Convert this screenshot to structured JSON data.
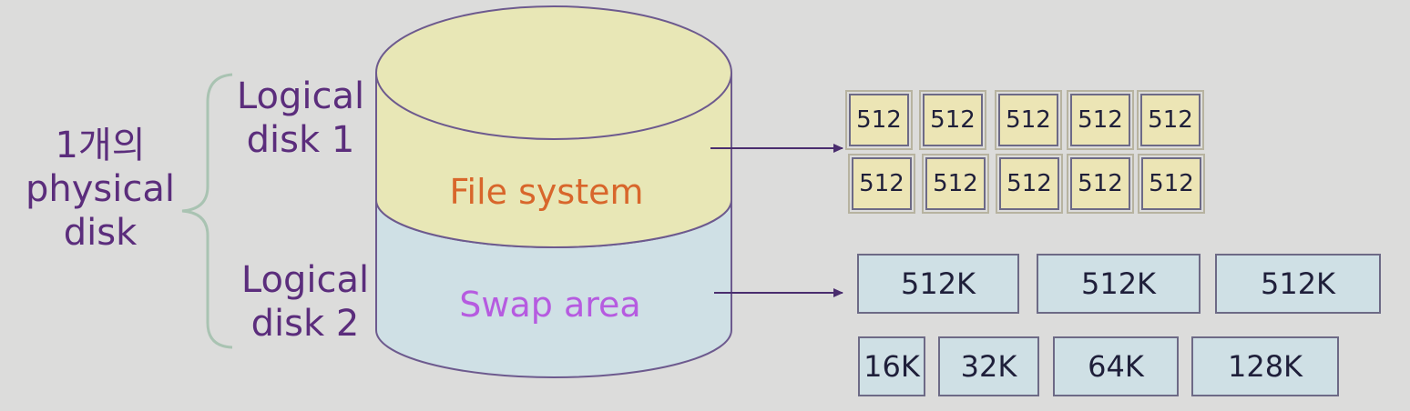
{
  "physical_disk": {
    "line1": "1개의",
    "line2": "physical",
    "line3": "disk"
  },
  "logical_disks": [
    {
      "line1": "Logical",
      "line2": "disk 1",
      "area": "File system"
    },
    {
      "line1": "Logical",
      "line2": "disk 2",
      "area": "Swap area"
    }
  ],
  "file_system_blocks": {
    "rows": [
      [
        "512",
        "512",
        "512",
        "512",
        "512"
      ],
      [
        "512",
        "512",
        "512",
        "512",
        "512"
      ]
    ]
  },
  "swap_blocks": {
    "row1": [
      "512K",
      "512K",
      "512K"
    ],
    "row2": [
      "16K",
      "32K",
      "64K",
      "128K"
    ]
  },
  "colors": {
    "background": "#dcdcdb",
    "text_purple": "#5b2d7c",
    "file_system_text": "#d8662b",
    "swap_area_text": "#b65be0",
    "file_system_fill": "#e8e7b6",
    "swap_area_fill": "#cfe0e5",
    "outline": "#6d5a8e"
  }
}
